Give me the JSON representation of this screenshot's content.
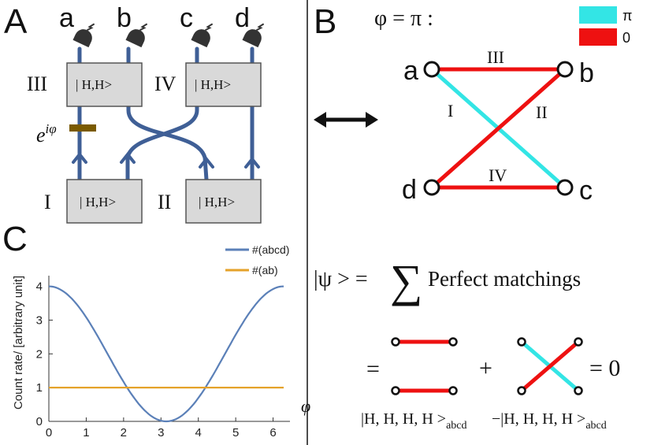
{
  "panels": {
    "a": "A",
    "b": "B",
    "c": "C"
  },
  "panel_a": {
    "detectors": [
      "a",
      "b",
      "c",
      "d"
    ],
    "crystals": [
      {
        "label": "I",
        "state": "| H,H>"
      },
      {
        "label": "II",
        "state": "| H,H>"
      },
      {
        "label": "III",
        "state": "| H,H>"
      },
      {
        "label": "IV",
        "state": "| H,H>"
      }
    ],
    "phase_label": "e",
    "phase_exponent": "iφ",
    "colors": {
      "photon_path": "#3f5f96",
      "crystal_fill": "#d9d9d9",
      "phase_shifter": "#7a5a00",
      "detector": "#333333"
    }
  },
  "panel_b": {
    "title": "φ = π :",
    "legend": [
      {
        "label": "π",
        "color": "#33e5e5"
      },
      {
        "label": "0",
        "color": "#ee1111"
      }
    ],
    "nodes": [
      "a",
      "b",
      "c",
      "d"
    ],
    "edges": [
      {
        "label": "III",
        "from": "a",
        "to": "b",
        "weight": "0"
      },
      {
        "label": "IV",
        "from": "d",
        "to": "c",
        "weight": "0"
      },
      {
        "label": "I",
        "from": "a",
        "to": "c",
        "weight": "π"
      },
      {
        "label": "II",
        "from": "d",
        "to": "b",
        "weight": "0"
      }
    ]
  },
  "equation": {
    "lhs": "|ψ > =",
    "sum": "∑",
    "rhs": "Perfect matchings",
    "eq_sign": "=",
    "plus": "+",
    "result": "= 0",
    "term1": "|H, H, H, H >",
    "sub1": "abcd",
    "minus": "−",
    "term2": "|H, H, H, H >",
    "sub2": "abcd"
  },
  "chart_data": {
    "type": "line",
    "xlabel": "φ",
    "ylabel": "Count rate/ [arbitrary unit]",
    "xlim": [
      0,
      6.283
    ],
    "ylim": [
      0,
      4.2
    ],
    "xticks": [
      0,
      1,
      2,
      3,
      4,
      5,
      6
    ],
    "yticks": [
      0,
      1,
      2,
      3,
      4
    ],
    "legend_position": "top-right",
    "series": [
      {
        "name": "#(abcd)",
        "formula": "2 + 2cos(φ)",
        "color": "#5b80b8"
      },
      {
        "name": "#(ab)",
        "formula": "1",
        "color": "#e5a22a"
      }
    ]
  },
  "arrow": "⟷"
}
